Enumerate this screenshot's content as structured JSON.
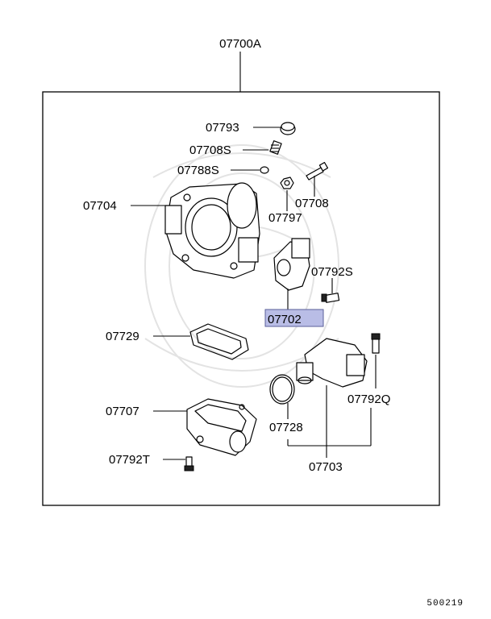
{
  "diagram": {
    "assembly_label": "07700A",
    "highlighted_part": "07702",
    "highlight_color": "#b9bde6",
    "parts": {
      "p07793": "07793",
      "p07708S": "07708S",
      "p07788S": "07788S",
      "p07704": "07704",
      "p07708": "07708",
      "p07797": "07797",
      "p07792S": "07792S",
      "p07702": "07702",
      "p07729": "07729",
      "p07707": "07707",
      "p07728": "07728",
      "p07792Q": "07792Q",
      "p07792T": "07792T",
      "p07703": "07703"
    },
    "image_code": "500219"
  }
}
